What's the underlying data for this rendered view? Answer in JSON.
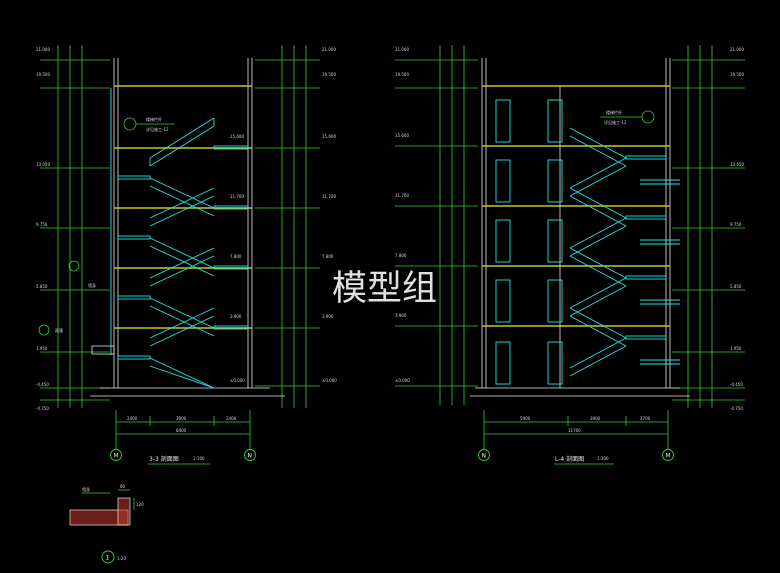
{
  "watermark": "模型组",
  "left_section": {
    "title": "3-3 剖面图",
    "scale": "1:100",
    "axis_left": "M",
    "axis_right": "N",
    "elevations_left": [
      "21.000",
      "19.500",
      "13.050",
      "9.750",
      "5.850",
      "1.950",
      "-0.450",
      "-0.750"
    ],
    "elevations_right": [
      "21.000",
      "19.500",
      "15.600",
      "11.700",
      "7.800",
      "3.900",
      "±0.000"
    ],
    "inner_levels": [
      "15.600",
      "11.700",
      "7.800",
      "3.900",
      "±0.000"
    ],
    "dims_bottom": [
      "2400",
      "3900",
      "2400"
    ],
    "dim_total": "8400",
    "note_1": "楼梯栏杆",
    "note_2": "详见施工-12",
    "tag_1": "墙身",
    "tag_2": "雨篷"
  },
  "right_section": {
    "title": "L-4 剖面图",
    "scale": "1:100",
    "axis_left": "N",
    "axis_right": "M",
    "elevations_left": [
      "21.000",
      "19.500",
      "15.600",
      "11.700",
      "7.800",
      "3.900",
      "±0.000"
    ],
    "elevations_right": [
      "21.000",
      "19.500",
      "13.650",
      "9.750",
      "5.850",
      "1.950",
      "-0.450",
      "-0.750"
    ],
    "dims_bottom": [
      "5400",
      "3900",
      "2700"
    ],
    "dim_total": "11700",
    "note_1": "楼梯栏杆",
    "note_2": "详见施工-12"
  },
  "detail": {
    "tag": "墙身",
    "dim_a": "60",
    "dim_b": "120",
    "number": "1",
    "scale": "1:20"
  },
  "colors": {
    "dimension": "#2fd12f",
    "stair": "#22e6e6",
    "slab": "#c8c81e",
    "hatch": "#c0392b",
    "background": "#000000"
  }
}
